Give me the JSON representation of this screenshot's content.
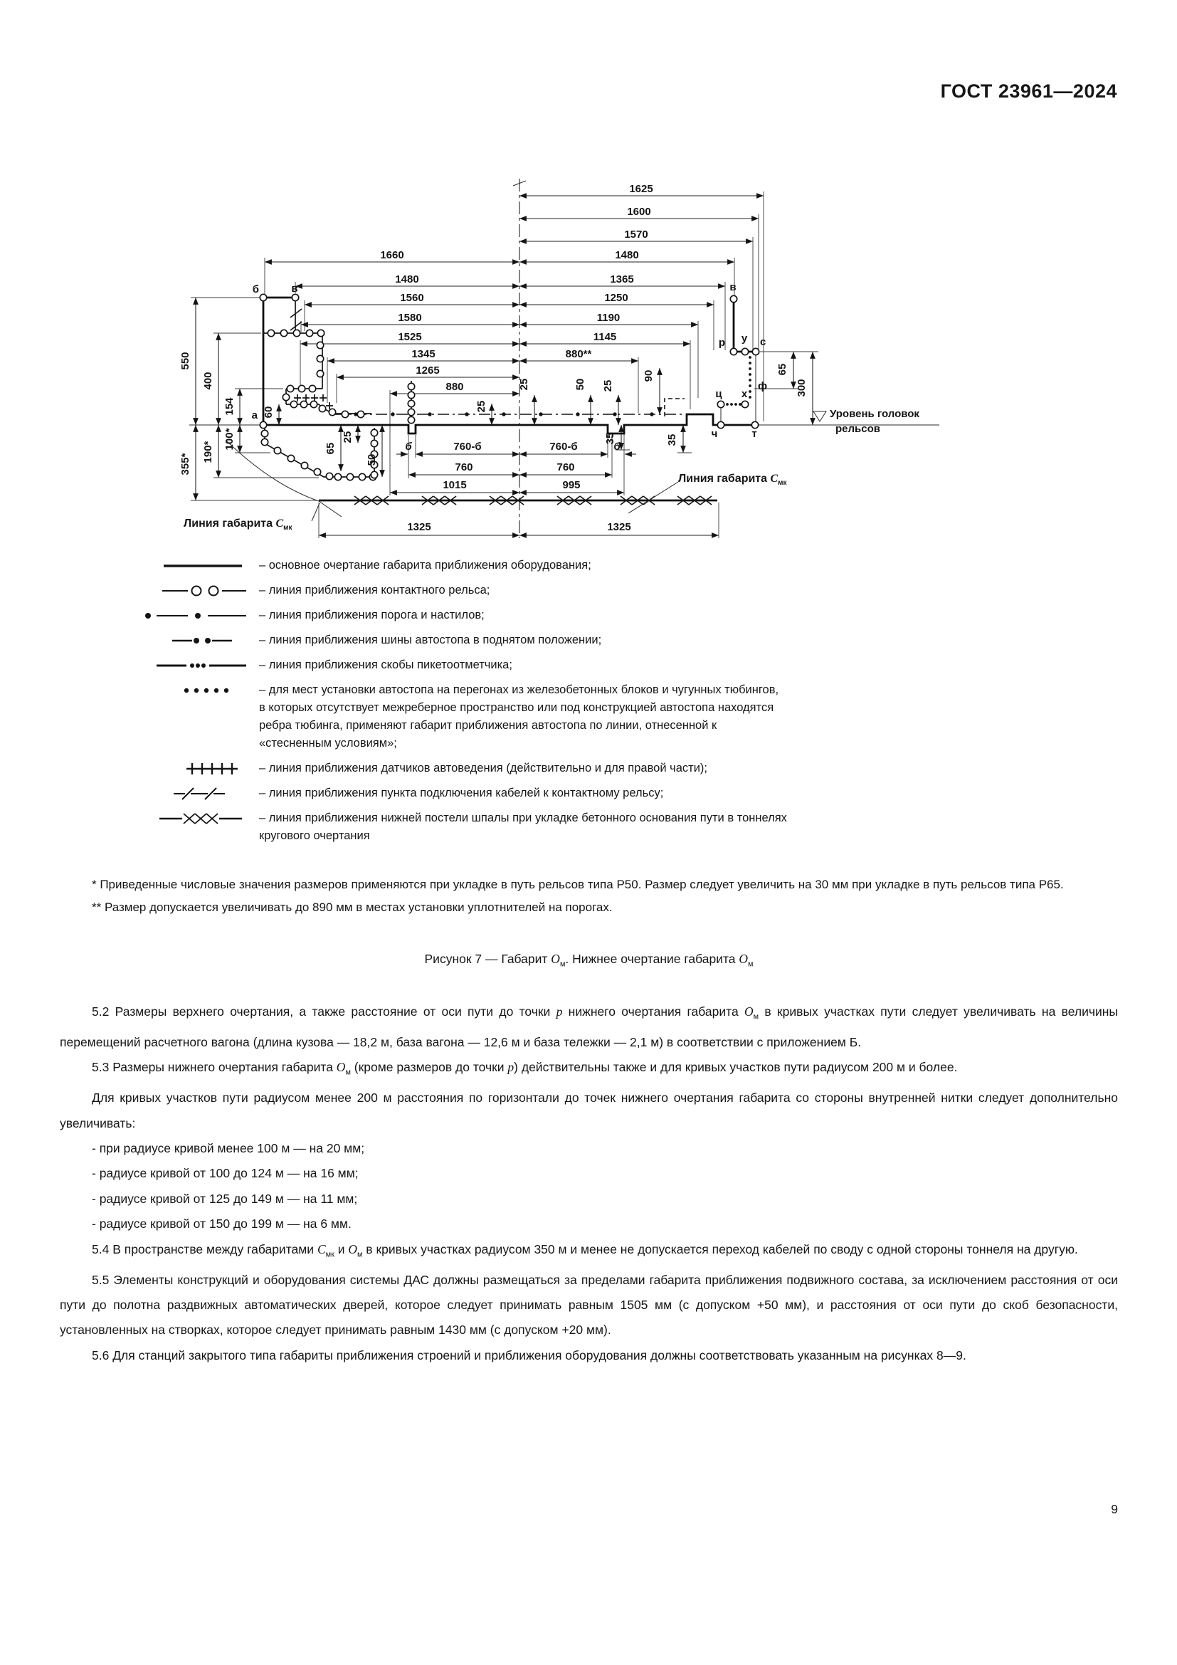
{
  "header": {
    "standard_number": "ГОСТ 23961—2024"
  },
  "page_number": "9",
  "diagram": {
    "left_dims": [
      "1660",
      "1480",
      "1560",
      "1580",
      "1525",
      "1345",
      "1265",
      "880"
    ],
    "right_dims": [
      "1625",
      "1600",
      "1570",
      "1480",
      "1365",
      "1250",
      "1190",
      "1145",
      "880**"
    ],
    "vdims": {
      "v550": "550",
      "v400": "400",
      "v154": "154",
      "v100": "100*",
      "v190": "190*",
      "v355": "355*",
      "v60": "60",
      "v65l": "65",
      "v25l": "25",
      "v50l": "50",
      "v25a": "25",
      "v25b": "25",
      "v50m": "50",
      "v25c": "25",
      "v90": "90",
      "v65r": "65",
      "v300": "300",
      "v35a": "35",
      "v35b": "35"
    },
    "bottom": {
      "b_l": "б",
      "m760b_l": "760-б",
      "m760_l": "760",
      "m1015": "1015",
      "m1325_l": "1325",
      "m760b_r": "760-б",
      "b_r": "б",
      "m760_r": "760",
      "m995": "995",
      "m1325_r": "1325"
    },
    "points": {
      "a": "а",
      "b": "б",
      "v_l": "в",
      "v_r": "в",
      "r": "р",
      "u": "у",
      "s": "с",
      "f": "ф",
      "c": "ц",
      "h": "х",
      "ch": "ч",
      "t": "т"
    },
    "rail_level": [
      "Уровень головок",
      "рельсов"
    ],
    "gauge_label": [
      {
        "t": "Линия габарита "
      },
      {
        "t": "С",
        "s": "i"
      },
      {
        "t": "мк",
        "s": "sub"
      }
    ]
  },
  "legend": {
    "items": [
      {
        "symbol": "solid-line",
        "text": "– основное очертание габарита приближения оборудования;"
      },
      {
        "symbol": "contact-rail-line",
        "text": "– линия приближения контактного рельса;"
      },
      {
        "symbol": "threshold-line",
        "text": "– линия приближения порога и настилов;"
      },
      {
        "symbol": "autostop-shoe-line",
        "text": "– линия приближения шины автостопа в поднятом положении;"
      },
      {
        "symbol": "picket-marker-line",
        "text": "– линия приближения скобы пикетоотметчика;"
      },
      {
        "symbol": "restricted-dots",
        "text": "– для мест установки автостопа на перегонах из железобетонных блоков и чугунных тюбингов, в которых отсутствует межреберное пространство или под конструкцией автостопа находятся ребра тюбинга, применяют габарит приближения автостопа по линии, отнесенной к «стесненным условиям»;"
      },
      {
        "symbol": "autodrive-sensors-line",
        "text": "– линия приближения датчиков автоведения (действительно и для правой части);"
      },
      {
        "symbol": "cable-connection-line",
        "text": "– линия приближения пункта подключения кабелей к контактному рельсу;"
      },
      {
        "symbol": "sleeper-bed-line",
        "text": "– линия приближения нижней постели шпалы при укладке бетонного основания пути в тоннелях кругового очертания"
      }
    ]
  },
  "footnotes": {
    "fn1": "* Приведенные числовые значения размеров применяются при укладке в путь рельсов типа Р50. Размер следует увеличить на 30 мм при укладке в путь рельсов типа Р65.",
    "fn2": "** Размер допускается увеличивать до 890 мм в местах установки уплотнителей на порогах."
  },
  "caption": [
    {
      "t": "Рисунок 7 — Габарит "
    },
    {
      "t": "О",
      "s": "i"
    },
    {
      "t": "м",
      "s": "sub"
    },
    {
      "t": ". Нижнее очертание габарита "
    },
    {
      "t": "О",
      "s": "i"
    },
    {
      "t": "м",
      "s": "sub"
    }
  ],
  "sections": {
    "s52": [
      {
        "t": "5.2 Размеры верхнего очертания, а также расстояние от оси пути до точки "
      },
      {
        "t": "р",
        "s": "i"
      },
      {
        "t": " нижнего очертания габарита "
      },
      {
        "t": "О",
        "s": "i"
      },
      {
        "t": "м",
        "s": "sub"
      },
      {
        "t": " в кривых участках пути следует увеличивать на величины перемещений расчетного вагона (длина кузова — 18,2 м, база вагона — 12,6 м и база тележки — 2,1 м) в соответствии с приложением Б."
      }
    ],
    "s53a": [
      {
        "t": "5.3 Размеры нижнего очертания габарита "
      },
      {
        "t": "О",
        "s": "i"
      },
      {
        "t": "м",
        "s": "sub"
      },
      {
        "t": " (кроме размеров до точки "
      },
      {
        "t": "р",
        "s": "i"
      },
      {
        "t": ") действительны также и для кривых участков пути радиусом 200 м и более."
      }
    ],
    "s53b": "Для кривых участков пути радиусом менее 200 м расстояния по горизонтали до точек нижнего очертания габарита со стороны внутренней нитки следует дополнительно увеличивать:",
    "s53c": "- при радиусе кривой менее 100 м — на 20 мм;",
    "s53d": "- радиусе кривой от 100 до 124 м — на 16 мм;",
    "s53e": "- радиусе кривой от 125 до 149 м — на 11 мм;",
    "s53f": "- радиусе кривой от 150 до 199 м — на 6 мм.",
    "s54": [
      {
        "t": "5.4 В пространстве между габаритами "
      },
      {
        "t": "С",
        "s": "i"
      },
      {
        "t": "мк",
        "s": "sub"
      },
      {
        "t": " и "
      },
      {
        "t": "О",
        "s": "i"
      },
      {
        "t": "м",
        "s": "sub"
      },
      {
        "t": " в кривых участках радиусом 350 м и менее не допускается переход кабелей по своду с одной стороны тоннеля на другую."
      }
    ],
    "s55": "5.5 Элементы конструкций и оборудования системы ДАС должны размещаться за пределами габарита приближения подвижного состава, за исключением расстояния от оси пути до полотна раздвижных автоматических дверей, которое следует принимать равным 1505 мм (с допуском +50 мм), и расстояния от оси пути до скоб безопасности, установленных на створках, которое следует принимать равным 1430 мм (с допуском +20 мм).",
    "s56": "5.6 Для станций закрытого типа габариты приближения строений и приближения оборудования должны соответствовать указанным на рисунках 8—9."
  }
}
